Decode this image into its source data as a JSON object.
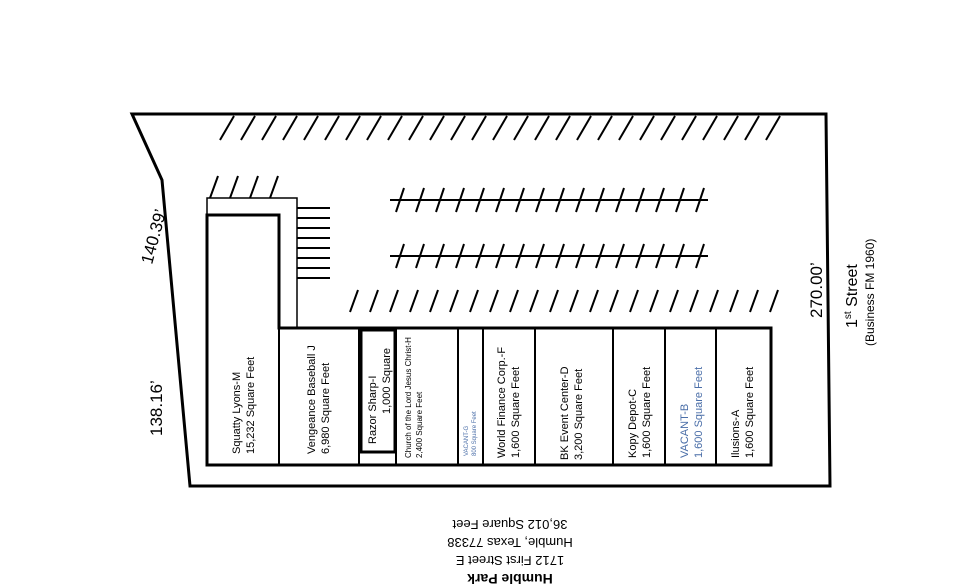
{
  "property": {
    "title": "Humble Park",
    "address_line1": "1712 First Street E",
    "address_line2": "Humble, Texas 77338",
    "total_area": "36,012 Square Feet"
  },
  "dimensions": {
    "top_left": "140.39’",
    "bottom_left": "138.16’",
    "right": "270.00’"
  },
  "street": {
    "name_prefix": "1",
    "name_sup": "st",
    "name_suffix": " Street",
    "sub": "(Business FM 1960)"
  },
  "units": [
    {
      "id": "M",
      "name": "Squatty Lyons-M",
      "area": "15,232 Square Feet",
      "vacant": false
    },
    {
      "id": "J",
      "name": "Vengeance Baseball J",
      "area": "6,980 Square Feet",
      "vacant": false
    },
    {
      "id": "I",
      "name": "Razor Sharp-I",
      "area": "1,000 Square",
      "vacant": false
    },
    {
      "id": "H",
      "name": "Church of the Lord Jesus Christ-H",
      "area": "2,400 Square Feet",
      "vacant": false
    },
    {
      "id": "G",
      "name": "VACANT-G",
      "area": "800 Square Feet",
      "vacant": true
    },
    {
      "id": "F",
      "name": "World Finance Corp.-F",
      "area": "1,600 Square Feet",
      "vacant": false
    },
    {
      "id": "D",
      "name": "BK Event Center-D",
      "area": "3,200 Square Feet",
      "vacant": false
    },
    {
      "id": "C",
      "name": "Kopy Depot-C",
      "area": "1,600 Square Feet",
      "vacant": false
    },
    {
      "id": "B",
      "name": "VACANT-B",
      "area": "1,600 Square Feet",
      "vacant": true
    },
    {
      "id": "A",
      "name": "Ilusions-A",
      "area": "1,600 Square Feet",
      "vacant": false
    }
  ]
}
